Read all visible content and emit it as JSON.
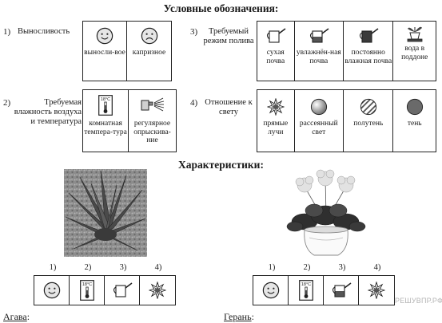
{
  "headings": {
    "legend": "Условные обозначения:",
    "characteristics": "Характеристики:"
  },
  "sections": [
    {
      "number": "1)",
      "title": "Выносливость",
      "items": [
        {
          "icon": "smiley-face-icon",
          "text": "выносли-вое"
        },
        {
          "icon": "sad-face-icon",
          "text": "капризное"
        }
      ]
    },
    {
      "number": "2)",
      "title": "Требуемая влажность воздуха и температура",
      "items": [
        {
          "icon": "thermometer-icon",
          "text": "комнатная темпера-тура"
        },
        {
          "icon": "spray-bottle-icon",
          "text": "регулярное опрыскива-ние"
        }
      ]
    },
    {
      "number": "3)",
      "title": "Требуемый режим полива",
      "items": [
        {
          "icon": "empty-watering-can-icon",
          "text": "сухая почва"
        },
        {
          "icon": "half-watering-can-icon",
          "text": "увлажнён-ная почва"
        },
        {
          "icon": "full-watering-can-icon",
          "text": "постоянно влажная почва"
        },
        {
          "icon": "potted-plant-tray-icon",
          "text": "вода в поддоне"
        }
      ]
    },
    {
      "number": "4)",
      "title": "Отношение к свету",
      "items": [
        {
          "icon": "sunburst-icon",
          "text": "прямые лучи"
        },
        {
          "icon": "gradient-sphere-icon",
          "text": "рассеянный свет"
        },
        {
          "icon": "striped-circle-icon",
          "text": "полутень"
        },
        {
          "icon": "dark-circle-icon",
          "text": "тень"
        }
      ]
    }
  ],
  "thermometer_text": "18°C",
  "plants": [
    {
      "name": "Агава",
      "colon": ":",
      "numbers": [
        "1)",
        "2)",
        "3)",
        "4)"
      ]
    },
    {
      "name": "Герань",
      "colon": ":",
      "numbers": [
        "1)",
        "2)",
        "3)",
        "4)"
      ]
    }
  ],
  "watermark": "РЕШУВПР.РФ"
}
